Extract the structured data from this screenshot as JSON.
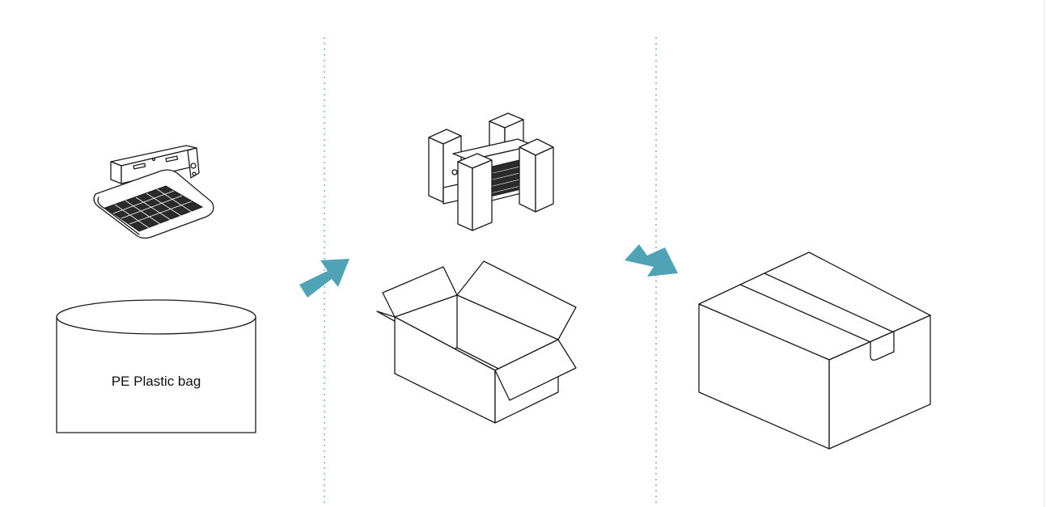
{
  "colors": {
    "arrow": "#4fa3b4",
    "divider": "#5aa8c4",
    "line": "#1a1a1a",
    "background": "#ffffff"
  },
  "steps": [
    {
      "illustration": "led-light-fixture-icon",
      "container": "pe-plastic-bag",
      "label": "PE Plastic bag"
    },
    {
      "illustration": "fixture-with-foam-corners-icon",
      "container": "open-carton-box"
    },
    {
      "illustration": "closed-taped-carton-box"
    }
  ]
}
